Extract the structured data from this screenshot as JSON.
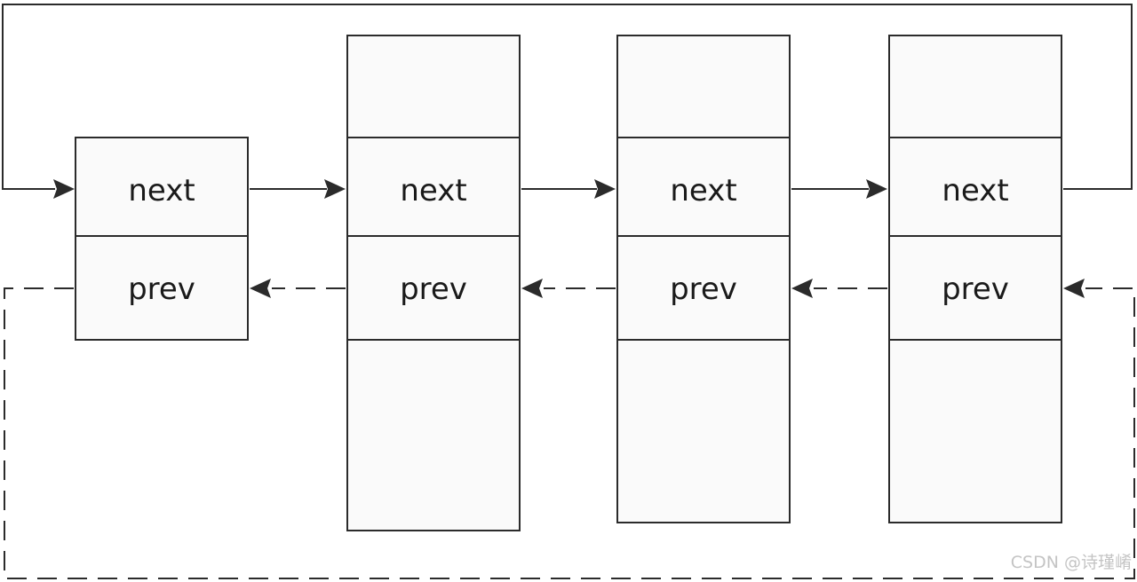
{
  "nodes": [
    {
      "next_label": "next",
      "prev_label": "prev"
    },
    {
      "next_label": "next",
      "prev_label": "prev"
    },
    {
      "next_label": "next",
      "prev_label": "prev"
    },
    {
      "next_label": "next",
      "prev_label": "prev"
    }
  ],
  "watermark": "CSDN @诗瑾崤",
  "colors": {
    "stroke": "#2b2b2b",
    "node_fill": "#fafafa",
    "text": "#1a1a1a",
    "watermark": "#c4c4c4"
  }
}
